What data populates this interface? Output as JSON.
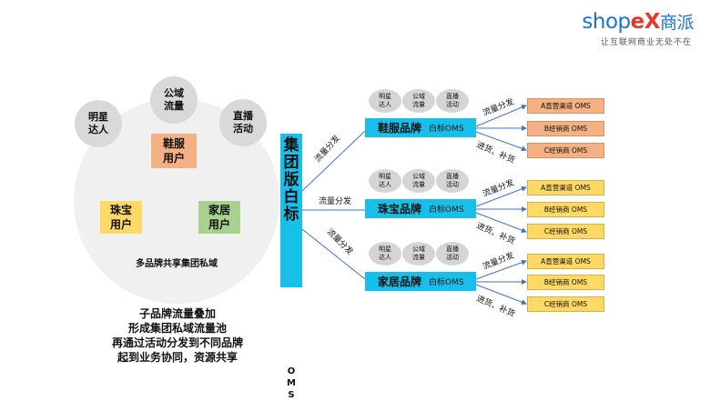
{
  "logo": {
    "brand_main": "shop",
    "brand_x": "eX",
    "brand_cn": "商派",
    "slogan": "让互联网商业无处不在"
  },
  "left_panel": {
    "bubbles": {
      "star": "明星\n达人",
      "public": "公域\n流量",
      "live": "直播\n活动"
    },
    "brands": {
      "shoes": {
        "label": "鞋服\n用户",
        "color": "#f4b183"
      },
      "jewelry": {
        "label": "珠宝\n用户",
        "color": "#ffd966"
      },
      "home": {
        "label": "家居\n用户",
        "color": "#a9d18e"
      }
    },
    "caption": "多品牌共享集团私域"
  },
  "bottom_text": [
    "子品牌流量叠加",
    "形成集团私域流量池",
    "再通过活动分发到不同品牌",
    "起到业务协同，资源共享"
  ],
  "oms": {
    "title": "集团版白标",
    "sub": "OMS"
  },
  "flow_labels": {
    "top": "流量分发",
    "mid": "流量分发",
    "bottom": "流量分发"
  },
  "rows": [
    {
      "brand": "鞋服品牌",
      "oms": "白标OMS",
      "pills": [
        "明星\n达人",
        "公域\n流量",
        "直播\n活动"
      ],
      "label_up": "流量分发",
      "label_down": "进货、补货",
      "channels": [
        "A直营渠道 OMS",
        "B经销商 OMS",
        "C经销商 OMS"
      ],
      "channel_color": "orange"
    },
    {
      "brand": "珠宝品牌",
      "oms": "白标OMS",
      "pills": [
        "明星\n达人",
        "公域\n流量",
        "直播\n活动"
      ],
      "label_up": "流量分发",
      "label_down": "进货、补货",
      "channels": [
        "A直营渠道 OMS",
        "B经销商 OMS",
        "C经销商 OMS"
      ],
      "channel_color": "yellow"
    },
    {
      "brand": "家居品牌",
      "oms": "白标OMS",
      "pills": [
        "明星\n达人",
        "公域\n流量",
        "直播\n活动"
      ],
      "label_up": "流量分发",
      "label_down": "进货、补货",
      "channels": [
        "A直营渠道 OMS",
        "B经销商 OMS",
        "C经销商 OMS"
      ],
      "channel_color": "yellow"
    }
  ]
}
